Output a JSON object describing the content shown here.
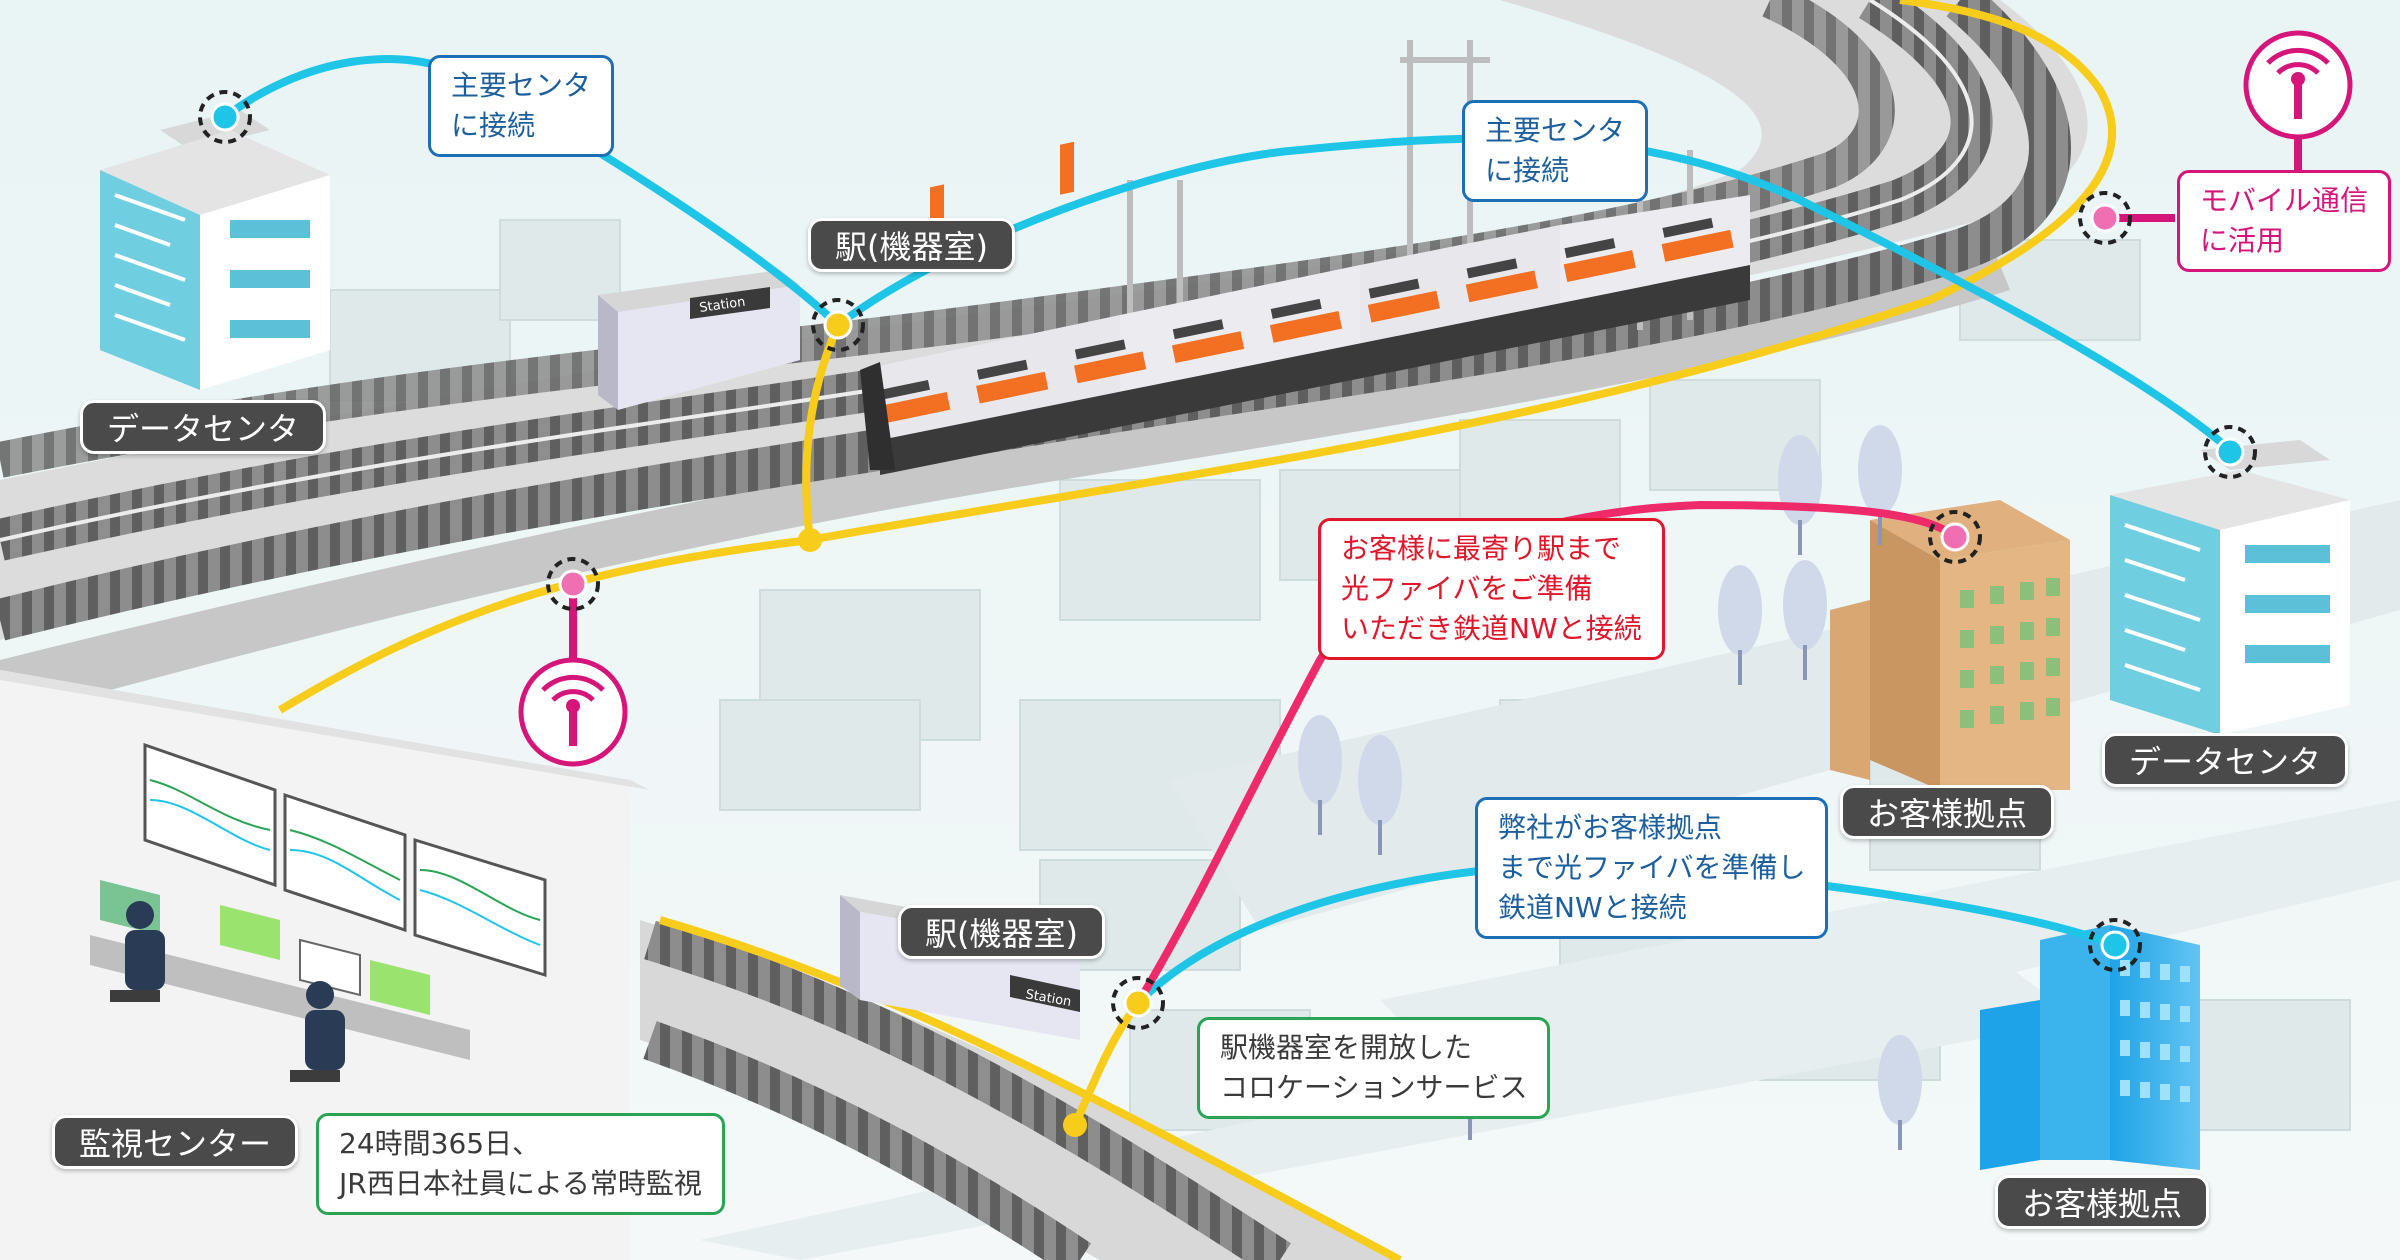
{
  "nodes": {
    "datacenter_left": "データセンタ",
    "datacenter_right": "データセンタ",
    "station_top": "駅(機器室)",
    "station_bottom": "駅(機器室)",
    "customer_site_mid": "お客様拠点",
    "customer_site_bottom": "お客様拠点",
    "monitoring_center": "監視センター"
  },
  "callouts": {
    "connect_main_left": [
      "主要センタ",
      "に接続"
    ],
    "connect_main_mid": [
      "主要センタ",
      "に接続"
    ],
    "mobile_use": [
      "モバイル通信",
      "に活用"
    ],
    "customer_fiber": [
      "お客様に最寄り駅まで",
      "光ファイバをご準備",
      "いただき鉄道NWと接続"
    ],
    "company_fiber": [
      "弊社がお客様拠点",
      "まで光ファイバを準備し",
      "鉄道NWと接続"
    ],
    "colocation": [
      "駅機器室を開放した",
      "コロケーションサービス"
    ],
    "monitoring": [
      "24時間365日、",
      "JR西日本社員による常時監視"
    ]
  },
  "station_sign": "Station",
  "colors": {
    "network_line": "#1fc5e6",
    "rail_fiber": "#f7cc1b",
    "mobile": "#d5157a",
    "customer_line": "#ee2a6a",
    "label_bg": "#4a4a4a",
    "callout_blue": "#1d6fb5",
    "callout_red": "#e0162b",
    "callout_green": "#2aa353",
    "train_accent": "#f36f21"
  },
  "icons": [
    "antenna-icon",
    "datacenter-building",
    "office-building",
    "train",
    "station-building",
    "tree"
  ]
}
